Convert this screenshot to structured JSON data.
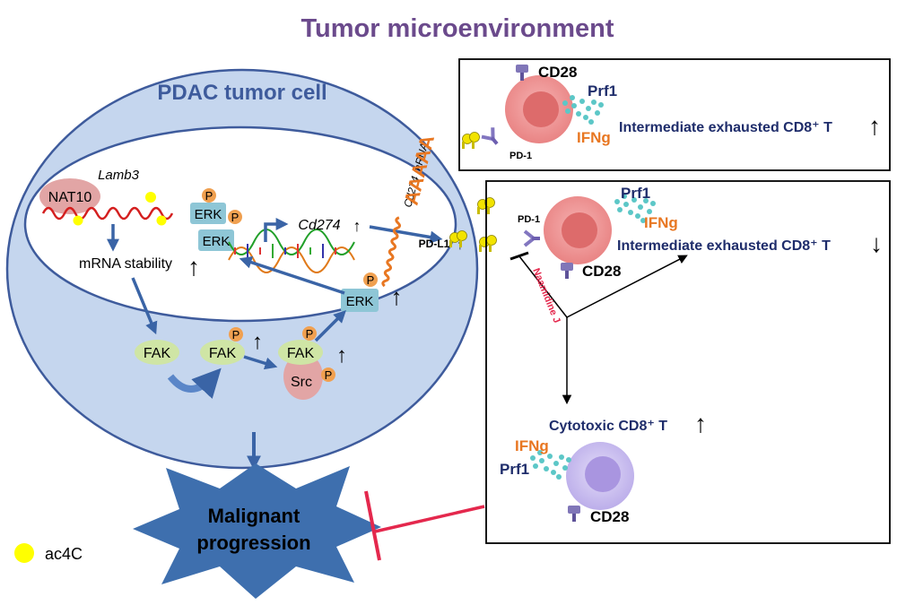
{
  "title": "Tumor microenvironment",
  "tumor_cell": {
    "label": "PDAC tumor cell",
    "nat10": "NAT10",
    "lamb3": "Lamb3",
    "mrna_stability": "mRNA stability",
    "erk": "ERK",
    "phospho": "P",
    "cd274": "Cd274",
    "cd274_mrna": "Cd274 mRNA",
    "polya": "AAAAA",
    "pdl1": "PD-L1",
    "fak": "FAK",
    "src": "Src",
    "up_arrow": "🡑",
    "up": "↑"
  },
  "panel_top": {
    "cd28": "CD28",
    "prf1": "Prf1",
    "ifng": "IFNg",
    "pd1": "PD-1",
    "label": "Intermediate exhausted CD8⁺ T",
    "trend": "↑"
  },
  "panel_bottom": {
    "prf1": "Prf1",
    "ifng": "IFNg",
    "pd1": "PD-1",
    "cd28": "CD28",
    "exhausted_label": "Intermediate exhausted CD8⁺ T",
    "exhausted_trend": "↓",
    "drug": "Naamidine J",
    "cytotoxic_label": "Cytotoxic CD8⁺ T",
    "cytotoxic_trend": "↑",
    "c_ifng": "IFNg",
    "c_prf1": "Prf1",
    "c_cd28": "CD28"
  },
  "malignant": {
    "line1": "Malignant",
    "line2": "progression"
  },
  "legend": {
    "label": "ac4C",
    "color": "#ffff00"
  },
  "colors": {
    "cell_fill": "#c5d6ee",
    "cell_stroke": "#3e5b9c",
    "arrow": "#3a64a6",
    "title": "#6b4a8c",
    "navy": "#1f2d6b",
    "orange": "#e87722",
    "pink_cell": "#ef8c8c",
    "lilac_cell": "#c3b6ec",
    "red_inhibit": "#e4284d"
  }
}
